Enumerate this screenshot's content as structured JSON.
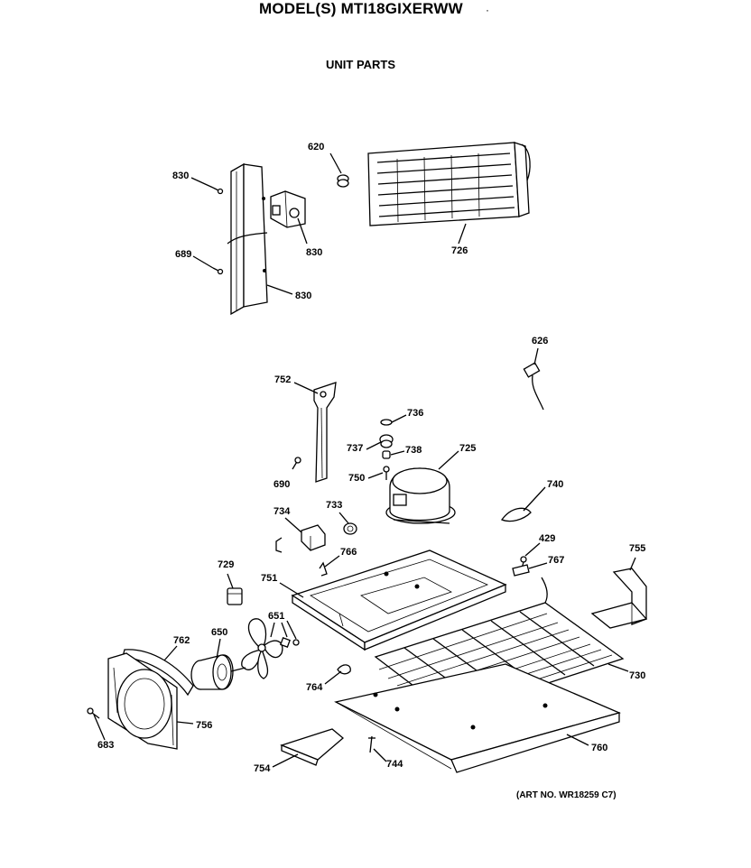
{
  "header": {
    "model_title": "MODEL(S) MTI18GIXERWW",
    "section_title": "UNIT PARTS",
    "art_number": "(ART NO. WR18259 C7)"
  },
  "callouts": [
    {
      "id": "830a",
      "text": "830"
    },
    {
      "id": "689",
      "text": "689"
    },
    {
      "id": "830b",
      "text": "830"
    },
    {
      "id": "830c",
      "text": "830"
    },
    {
      "id": "620",
      "text": "620"
    },
    {
      "id": "726",
      "text": "726"
    },
    {
      "id": "626",
      "text": "626"
    },
    {
      "id": "752",
      "text": "752"
    },
    {
      "id": "736",
      "text": "736"
    },
    {
      "id": "737",
      "text": "737"
    },
    {
      "id": "738",
      "text": "738"
    },
    {
      "id": "725",
      "text": "725"
    },
    {
      "id": "750",
      "text": "750"
    },
    {
      "id": "690",
      "text": "690"
    },
    {
      "id": "734",
      "text": "734"
    },
    {
      "id": "733",
      "text": "733"
    },
    {
      "id": "740",
      "text": "740"
    },
    {
      "id": "429",
      "text": "429"
    },
    {
      "id": "767",
      "text": "767"
    },
    {
      "id": "755",
      "text": "755"
    },
    {
      "id": "766",
      "text": "766"
    },
    {
      "id": "729",
      "text": "729"
    },
    {
      "id": "751",
      "text": "751"
    },
    {
      "id": "651",
      "text": "651"
    },
    {
      "id": "650",
      "text": "650"
    },
    {
      "id": "762",
      "text": "762"
    },
    {
      "id": "764",
      "text": "764"
    },
    {
      "id": "730",
      "text": "730"
    },
    {
      "id": "756",
      "text": "756"
    },
    {
      "id": "683",
      "text": "683"
    },
    {
      "id": "760",
      "text": "760"
    },
    {
      "id": "754",
      "text": "754"
    },
    {
      "id": "744",
      "text": "744"
    }
  ]
}
